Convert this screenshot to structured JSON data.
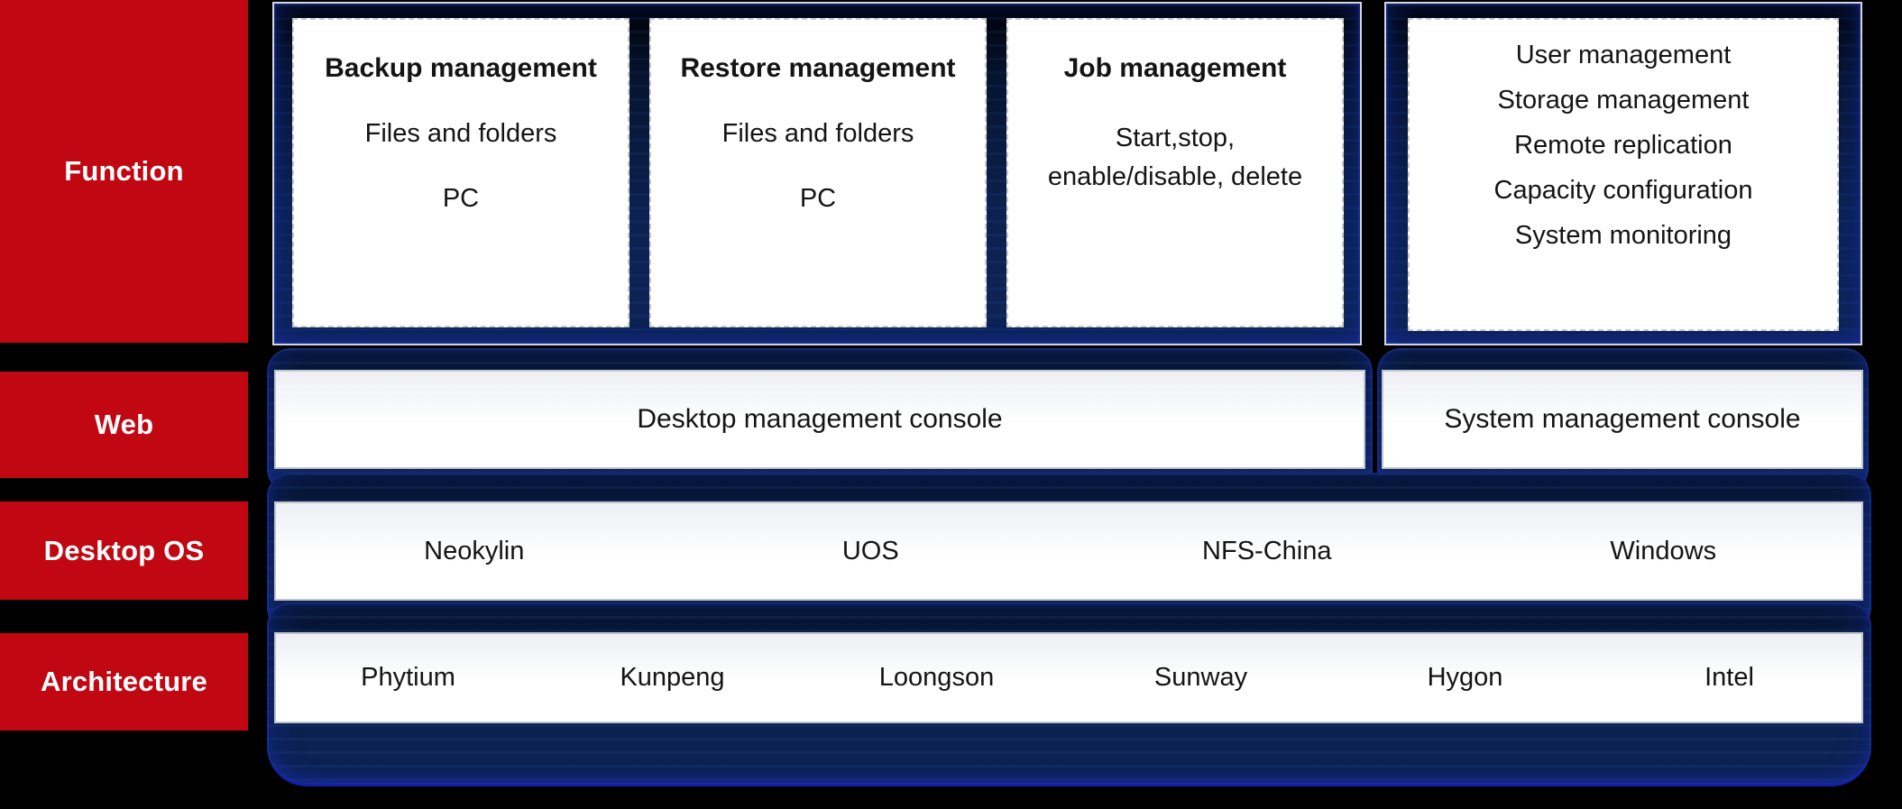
{
  "colors": {
    "accent_red": "#c00712",
    "panel_navy": "#0d2456",
    "glow_blue": "#1b2bb0",
    "bar_white": "#ffffff",
    "dashed_border_gray": "#c9c9c9"
  },
  "row_labels": {
    "function": "Function",
    "web": "Web",
    "desktop_os": "Desktop OS",
    "architecture": "Architecture"
  },
  "function_row": {
    "left_group": {
      "boxes": [
        {
          "title": "Backup management",
          "lines": [
            "Files and folders",
            "PC"
          ]
        },
        {
          "title": "Restore management",
          "lines": [
            "Files and folders",
            "PC"
          ]
        },
        {
          "title": "Job management",
          "lines": [
            "Start,stop,\nenable/disable, delete"
          ]
        }
      ]
    },
    "right_group": {
      "lines": [
        "User management",
        "Storage management",
        "Remote replication",
        "Capacity configuration",
        "System monitoring"
      ]
    }
  },
  "web_row": {
    "desktop_console": "Desktop management console",
    "system_console": "System management console"
  },
  "desktop_os_row": {
    "items": [
      "Neokylin",
      "UOS",
      "NFS-China",
      "Windows"
    ]
  },
  "architecture_row": {
    "items": [
      "Phytium",
      "Kunpeng",
      "Loongson",
      "Sunway",
      "Hygon",
      "Intel"
    ]
  }
}
